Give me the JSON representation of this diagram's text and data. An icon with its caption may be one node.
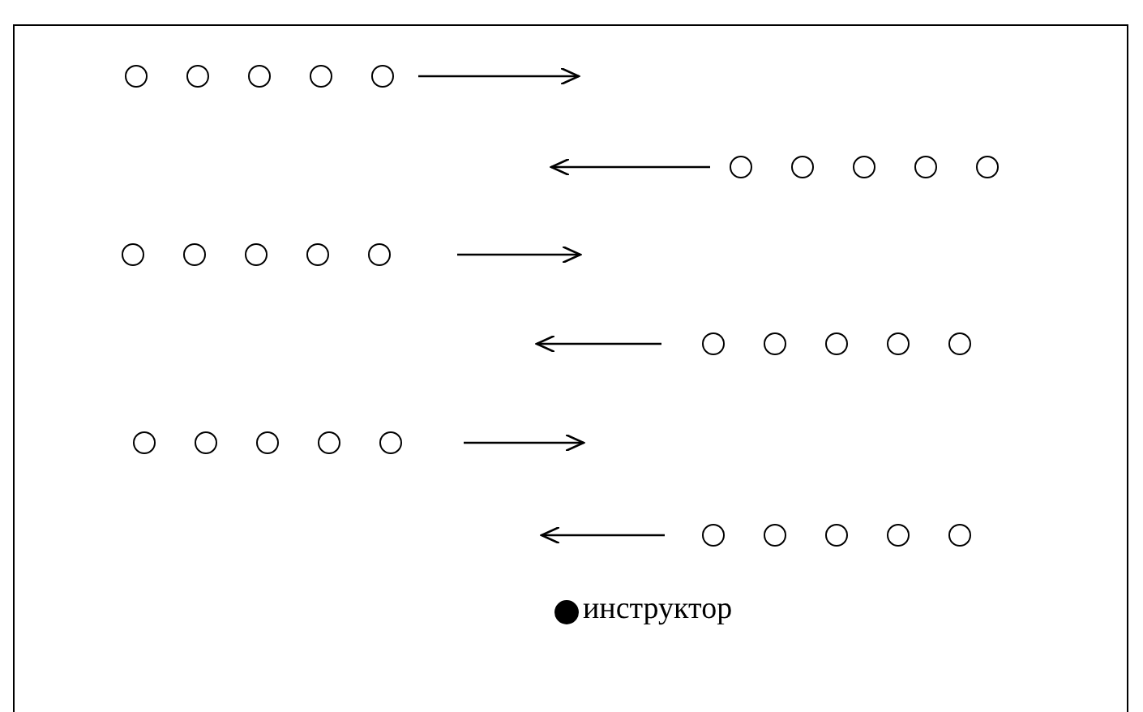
{
  "diagram": {
    "nodes": [
      {
        "text": [],
        "shape": "circle"
      },
      {
        "text": [],
        "shape": "circle"
      },
      {
        "text": [],
        "shape": "circle"
      },
      {
        "text": [],
        "shape": "circle"
      },
      {
        "text": [],
        "shape": "circle"
      },
      {
        "text": [],
        "shape": "circle"
      },
      {
        "text": [],
        "shape": "circle"
      },
      {
        "text": [],
        "shape": "circle"
      },
      {
        "text": [],
        "shape": "circle"
      },
      {
        "text": [],
        "shape": "circle"
      },
      {
        "text": [],
        "shape": "circle"
      },
      {
        "text": [],
        "shape": "circle"
      },
      {
        "text": [],
        "shape": "circle"
      },
      {
        "text": [],
        "shape": "circle"
      },
      {
        "text": [],
        "shape": "circle"
      },
      {
        "text": [],
        "shape": "circle"
      },
      {
        "text": [],
        "shape": "circle"
      },
      {
        "text": [],
        "shape": "circle"
      },
      {
        "text": [],
        "shape": "circle"
      },
      {
        "text": [],
        "shape": "circle"
      },
      {
        "text": [],
        "shape": "circle"
      },
      {
        "text": [],
        "shape": "circle"
      },
      {
        "text": [],
        "shape": "circle"
      },
      {
        "text": [],
        "shape": "circle"
      },
      {
        "text": [],
        "shape": "circle"
      },
      {
        "text": [],
        "shape": "circle"
      },
      {
        "text": [],
        "shape": "circle"
      },
      {
        "text": [],
        "shape": "circle"
      },
      {
        "text": [],
        "shape": "circle"
      },
      {
        "text": [],
        "shape": "circle"
      },
      {
        "text": [],
        "shape": "circle",
        "beside": [
          "инструктор"
        ]
      }
    ]
  }
}
